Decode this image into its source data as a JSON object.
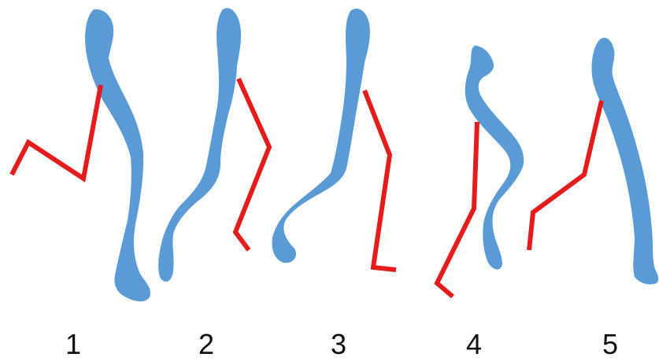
{
  "colors": {
    "near_leg": "#5b9bd5",
    "far_leg": "#e31c1c",
    "label_text": "#111111",
    "background": "#ffffff"
  },
  "frames": [
    {
      "number": "1"
    },
    {
      "number": "2"
    },
    {
      "number": "3"
    },
    {
      "number": "4"
    },
    {
      "number": "5"
    }
  ]
}
